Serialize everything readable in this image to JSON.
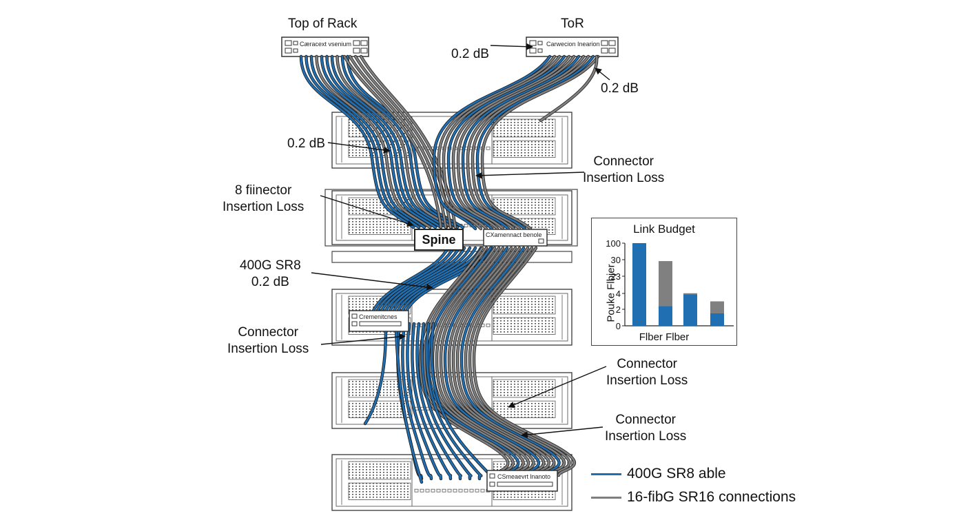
{
  "labels": {
    "top_of_rack": "Top of Rack",
    "tor": "ToR",
    "db_tor_left": "0.2 dB",
    "db_tor_right": "0.2 dB",
    "db_rack1": "0.2 dB",
    "connector_1_l1": "Connector",
    "connector_1_l2": "Insertion Loss",
    "fiinector_l1": "8 fiinector",
    "fiinector_l2": "Insertion Loss",
    "sr8_l1": "400G SR8",
    "sr8_l2": "0.2 dB",
    "connector_2_l1": "Connector",
    "connector_2_l2": "Insertion Loss",
    "connector_3_l1": "Connector",
    "connector_3_l2": "Insertion Loss",
    "connector_4_l1": "Connector",
    "connector_4_l2": "Insertion Loss",
    "spine": "Spine"
  },
  "panel_text": {
    "tor_left": "Cæracext vsenium",
    "tor_right": "Carwecion Inearion",
    "spine_panel": "CXamennact benole",
    "rack3_panel": "Cremenitcnes",
    "rack5_panel": "CSmeaevrt lnanoto"
  },
  "chart_data": {
    "type": "bar",
    "title": "Link Budget",
    "ylabel": "Pouke Flbjer",
    "xlabel": "Flber Flber",
    "tick_labels": [
      "100",
      "30",
      "23",
      "4",
      "2",
      "0"
    ],
    "bars": [
      {
        "blue": 100,
        "gray": 0
      },
      {
        "blue": 2.4,
        "gray": 27
      },
      {
        "blue": 3.9,
        "gray": 0.3
      },
      {
        "blue": 1.5,
        "gray": 1.5
      }
    ]
  },
  "legend": [
    {
      "label": "400G SR8 able",
      "color": "#1f6fb2"
    },
    {
      "label": "16-fibG SR16 connections",
      "color": "#7f7f7f"
    }
  ],
  "colors": {
    "blue": "#1f6fb2",
    "gray": "#808080"
  }
}
